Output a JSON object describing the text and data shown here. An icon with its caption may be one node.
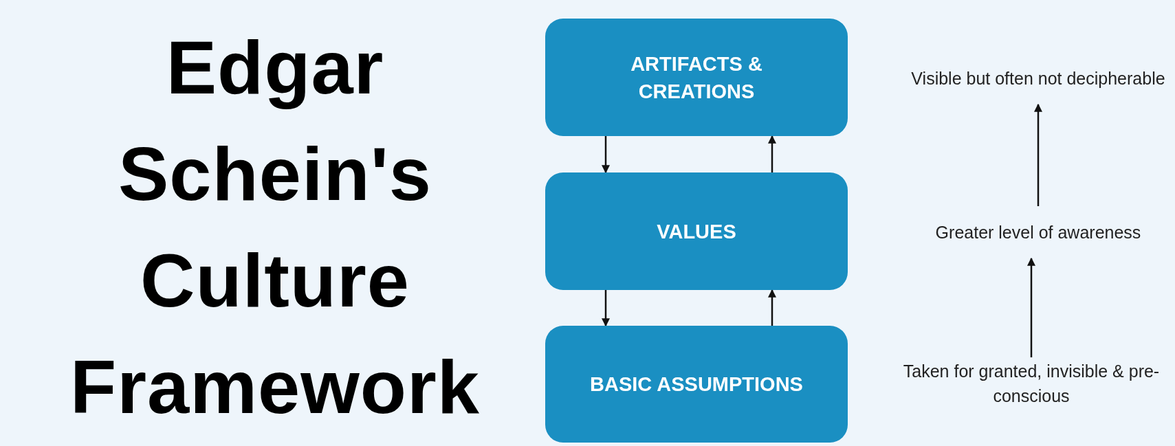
{
  "diagram": {
    "title": "Edgar Schein's Culture Framework",
    "nodes": [
      {
        "text": [
          "ARTIFACTS & CREATIONS"
        ]
      },
      {
        "text": [
          "VALUES"
        ]
      },
      {
        "text": [
          "BASIC ASSUMPTIONS"
        ]
      },
      {
        "text": [
          "Visible but often not decipherable"
        ]
      },
      {
        "text": [
          "Greater level of awareness"
        ]
      },
      {
        "text": [
          "Taken for granted, invisible & pre-conscious"
        ]
      }
    ],
    "edges": [
      {
        "from": 0,
        "to": 1,
        "arrow": "to"
      },
      {
        "from": 1,
        "to": 0,
        "arrow": "to"
      },
      {
        "from": 1,
        "to": 2,
        "arrow": "to"
      },
      {
        "from": 2,
        "to": 1,
        "arrow": "to"
      },
      {
        "from": 5,
        "to": 4,
        "arrow": "to"
      },
      {
        "from": 4,
        "to": 3,
        "arrow": "to"
      }
    ]
  }
}
